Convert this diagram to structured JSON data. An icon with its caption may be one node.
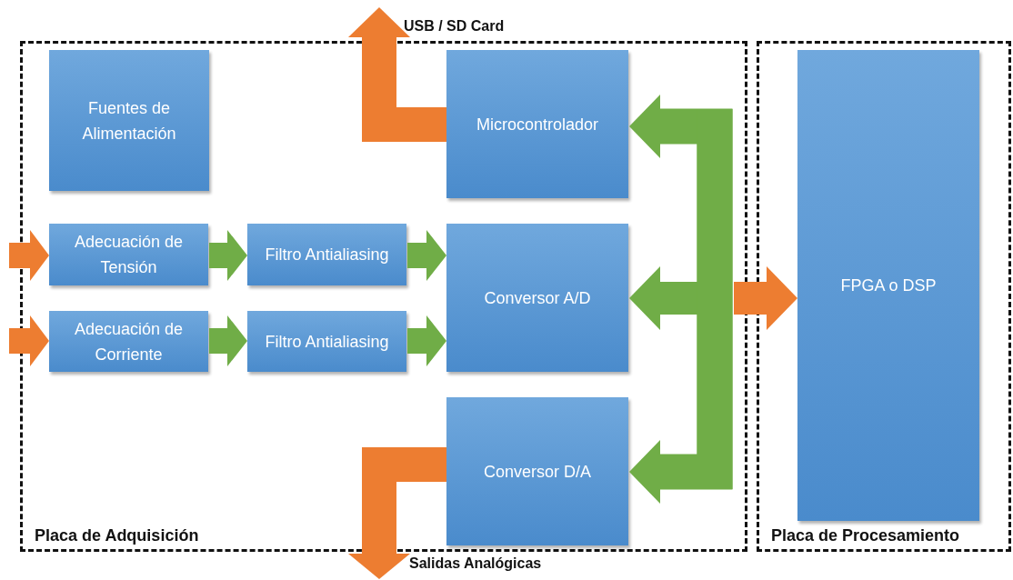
{
  "diagram": {
    "nodes": [
      {
        "text": [
          "Placa de Adquisición"
        ]
      },
      {
        "text": [
          "Fuentes de Alimentación"
        ],
        "in": 0
      },
      {
        "text": [
          "Microcontrolador"
        ],
        "in": 0
      },
      {
        "text": [
          "Adecuación de Tensión"
        ],
        "in": 0
      },
      {
        "text": [
          "Filtro Antialiasing"
        ],
        "in": 0
      },
      {
        "text": [
          "Conversor A/D"
        ],
        "in": 0
      },
      {
        "text": [
          "Adecuación de Corriente"
        ],
        "in": 0
      },
      {
        "text": [
          "Filtro Antialiasing"
        ],
        "in": 0
      },
      {
        "text": [
          "Conversor D/A"
        ],
        "in": 0
      },
      {
        "text": [
          "Placa de Procesamiento"
        ]
      },
      {
        "text": [
          "FPGA o DSP"
        ],
        "in": 9
      },
      {
        "text": [
          "USB / SD Card"
        ]
      },
      {
        "text": [
          "Salidas Analógicas"
        ]
      }
    ],
    "edges": [
      {
        "from": null,
        "to": 3,
        "arrow": "to",
        "color": "#ed7d31"
      },
      {
        "from": null,
        "to": 6,
        "arrow": "to",
        "color": "#ed7d31"
      },
      {
        "from": 3,
        "to": 4,
        "arrow": "to"
      },
      {
        "from": 4,
        "to": 5,
        "arrow": "to"
      },
      {
        "from": 6,
        "to": 7,
        "arrow": "to"
      },
      {
        "from": 7,
        "to": 5,
        "arrow": "to"
      },
      {
        "from": 2,
        "to": 11,
        "arrow": "to",
        "color": "#ed7d31"
      },
      {
        "from": 8,
        "to": 12,
        "arrow": "to",
        "color": "#ed7d31"
      },
      {
        "from": null,
        "to": 2,
        "arrow": "to"
      },
      {
        "from": null,
        "to": 5,
        "arrow": "to"
      },
      {
        "from": null,
        "to": 8,
        "arrow": "to"
      },
      {
        "from": null,
        "to": 10,
        "arrow": "to",
        "color": "#ed7d31"
      }
    ]
  }
}
